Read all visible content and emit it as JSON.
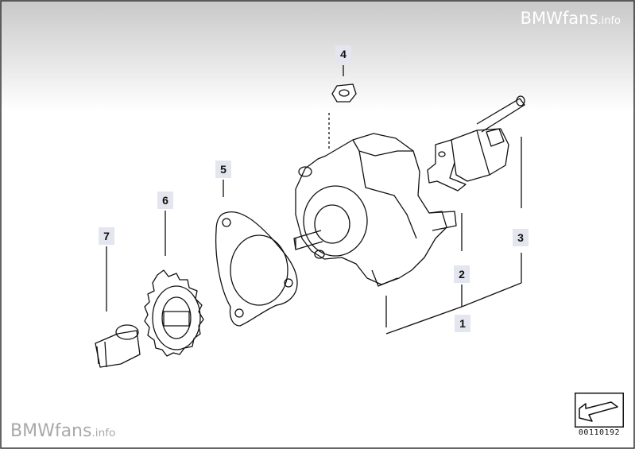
{
  "watermark": {
    "brand": "BMWfans",
    "suffix": ".info"
  },
  "diagram_id": "00110192",
  "callouts": [
    {
      "id": "1",
      "label": "1"
    },
    {
      "id": "2",
      "label": "2"
    },
    {
      "id": "3",
      "label": "3"
    },
    {
      "id": "4",
      "label": "4"
    },
    {
      "id": "5",
      "label": "5"
    },
    {
      "id": "6",
      "label": "6"
    },
    {
      "id": "7",
      "label": "7"
    }
  ],
  "colors": {
    "line": "#111111",
    "callout_bg": "#e3e6ee",
    "header_gradient_top": "#c8c8c8"
  },
  "icons": {
    "corner": "navigation-arrow-icon"
  }
}
